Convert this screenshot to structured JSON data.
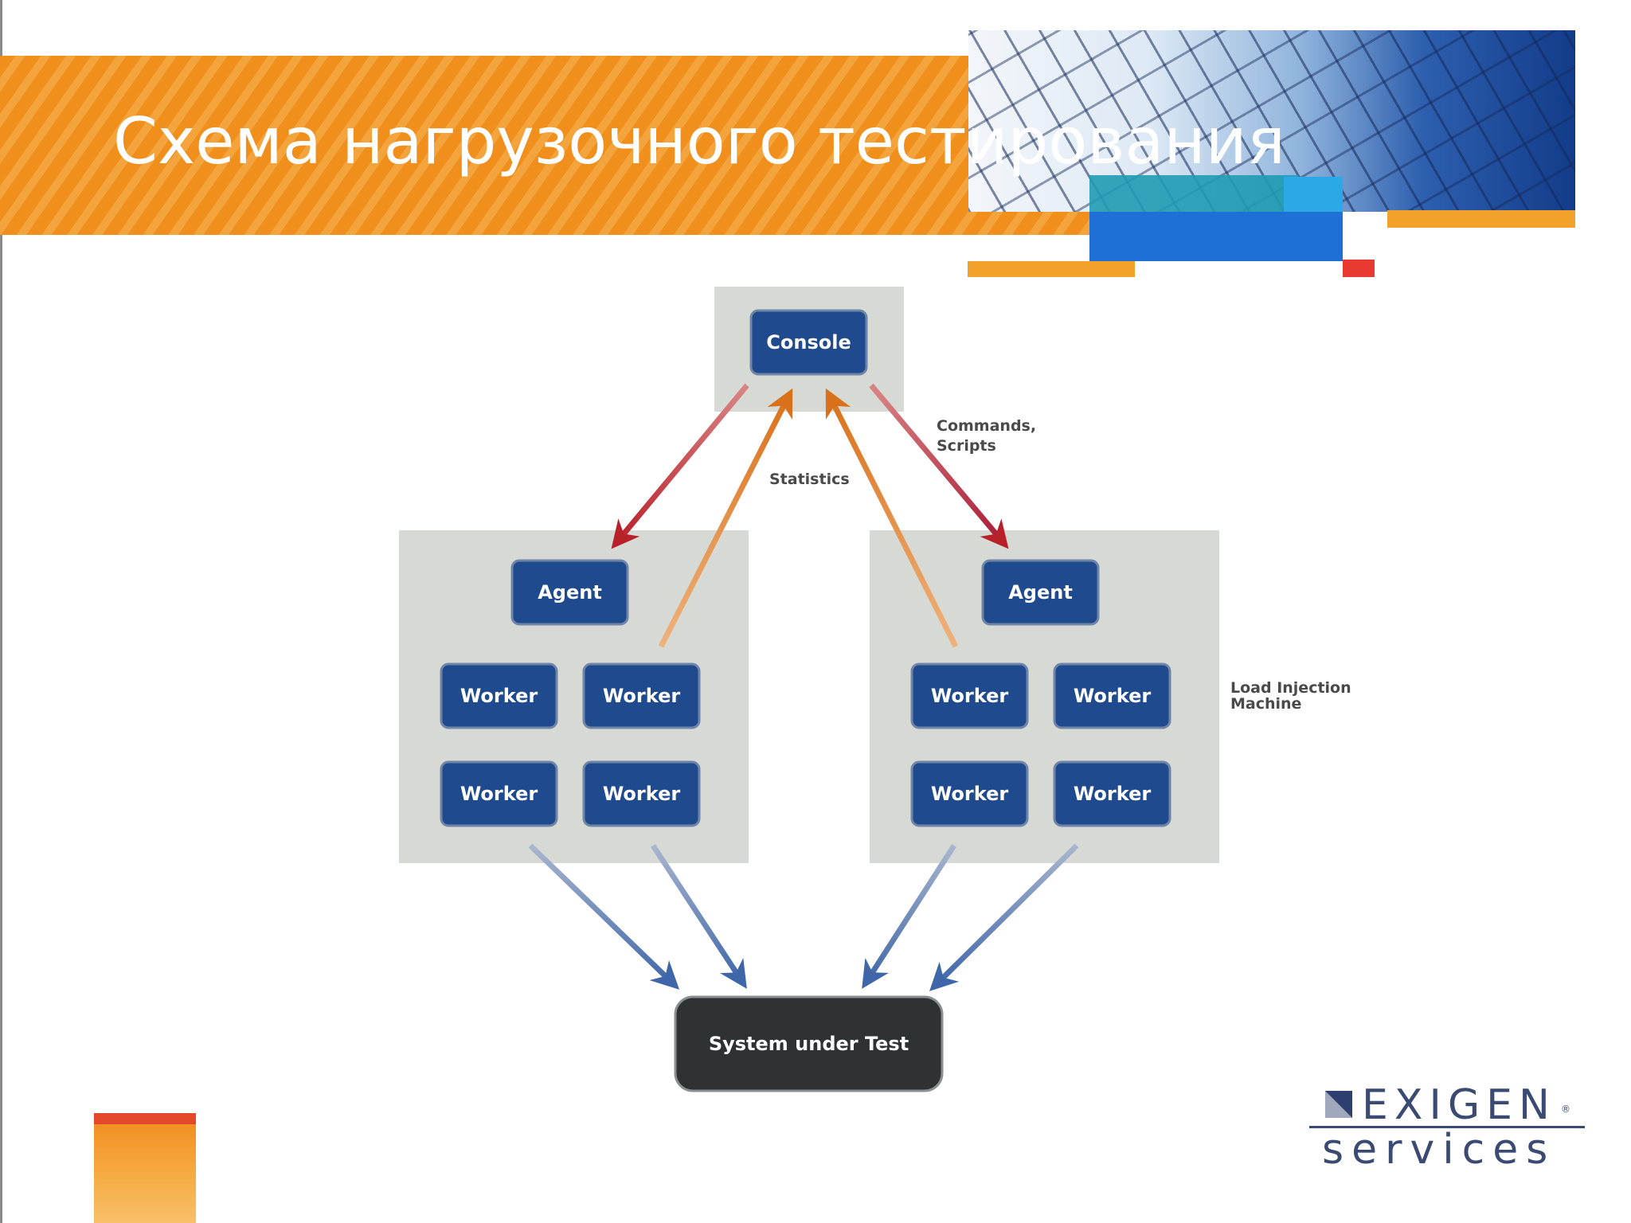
{
  "slide": {
    "title": "Схема нагрузочного тестирования"
  },
  "diagram": {
    "console": {
      "label": "Console"
    },
    "labels": {
      "commands_line1": "Commands,",
      "commands_line2": "Scripts",
      "statistics": "Statistics",
      "machine_line1": "Load Injection",
      "machine_line2": "Machine"
    },
    "machines": [
      {
        "agent": "Agent",
        "workers": [
          "Worker",
          "Worker",
          "Worker",
          "Worker"
        ]
      },
      {
        "agent": "Agent",
        "workers": [
          "Worker",
          "Worker",
          "Worker",
          "Worker"
        ]
      }
    ],
    "system": {
      "label": "System under Test"
    },
    "colors": {
      "node_fill": "#1f4a8e",
      "node_stroke": "#6f85a8",
      "panel_fill": "#d7d9d4",
      "system_fill": "#2e3233",
      "command_arrow": "#b8202a",
      "statistics_arrow": "#dc7a1e",
      "load_arrow": "#3e66a8",
      "annotation_text": "#4a4a4a"
    }
  },
  "logo": {
    "word": "EXIGEN",
    "sub": "services",
    "mark": "®"
  }
}
